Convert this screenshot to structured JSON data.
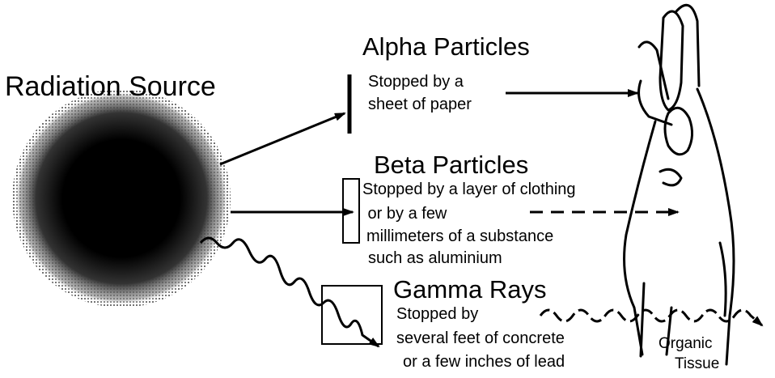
{
  "source": {
    "label": "Radiation Source"
  },
  "alpha": {
    "title": "Alpha Particles",
    "lines": [
      "Stopped by a",
      "sheet of paper"
    ]
  },
  "beta": {
    "title": "Beta Particles",
    "lines": [
      "Stopped by a layer of clothing",
      " or by a few",
      "millimeters of a substance",
      "such as aluminium"
    ]
  },
  "gamma": {
    "title": "Gamma Rays",
    "lines": [
      "Stopped by",
      "several feet of concrete",
      "or a few inches of lead"
    ]
  },
  "tissue": {
    "lines": [
      "Organic",
      "Tissue"
    ]
  },
  "colors": {
    "ink": "#000000",
    "paper": "#ffffff"
  },
  "icons": {
    "source": "radiation-source-dot-cloud",
    "hand": "hand-outline-icon"
  }
}
